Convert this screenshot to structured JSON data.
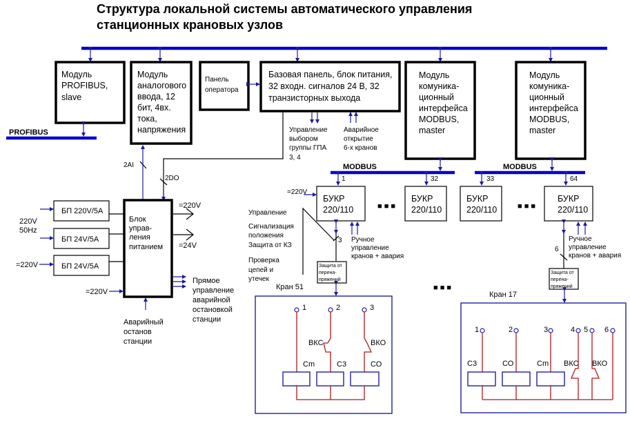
{
  "title": {
    "line1": "Структура  локальной системы автоматического управления",
    "line2": "станционных крановых  узлов"
  },
  "buses": {
    "profibus": "PROFIBUS",
    "modbus_left": "MODBUS",
    "modbus_right": "MODBUS"
  },
  "modules": {
    "profibus_slave": [
      "Модуль",
      "PROFIBUS,",
      "slave"
    ],
    "analog_input": [
      "Модуль",
      "аналогового",
      "ввода, 12",
      "бит, 4вх.",
      "тока,",
      "напряжения"
    ],
    "operator_panel": [
      "Панель",
      "оператора"
    ],
    "base_panel": [
      "Базовая панель, блок питания,",
      "32 входн. сигналов 24 В, 32",
      "транзисторных выхода"
    ],
    "modbus_master_1": [
      "Модуль",
      "комуника-",
      "ционный",
      "интерфейса",
      "MODBUS,",
      "master"
    ],
    "modbus_master_2": [
      "Модуль",
      "комуника-",
      "ционный",
      "интерфейса",
      "MODBUS,",
      "master"
    ]
  },
  "base_panel_outputs": {
    "control_label": [
      "Управление",
      "выбором",
      "группы ГПА",
      "3, 4"
    ],
    "emergency_label": [
      "Аварийное",
      "открытие",
      "6-х кранов"
    ]
  },
  "signals": {
    "ai": "2AI",
    "do": "2DO"
  },
  "power": {
    "mains": [
      "220V",
      "50Hz"
    ],
    "dc_in_1": "=220V",
    "dc_in_2": "=220V",
    "psu": [
      "БП 220V/5A",
      "БП 24V/5A",
      "БП 24V/5A"
    ],
    "control_block": [
      "Блок",
      "управ-",
      "ления",
      "питанием"
    ],
    "out_220": "=220V",
    "out_24": "=24V",
    "direct_control": [
      "Прямое",
      "управление",
      "аварийной",
      "остановкой",
      "станции"
    ],
    "emergency_stop": [
      "Аварийный",
      "останов",
      "станции"
    ]
  },
  "bukr": {
    "label": [
      "БУКР",
      "220/110"
    ],
    "addresses": [
      "1",
      "32",
      "33",
      "64"
    ],
    "supply": "=220V",
    "ellipsis": "■ ■ ■",
    "manual_control": [
      "Ручное",
      "управление",
      "кранов  + авария"
    ]
  },
  "functions": [
    "Управление",
    "Сигнализация",
    "положения",
    "Защита от КЗ",
    "Проверка",
    "цепей и",
    "утечек"
  ],
  "cable_counts": {
    "crane51": "3",
    "crane17": "6"
  },
  "surge_protection": [
    "Защита от",
    "перена-",
    "пряжений"
  ],
  "crane51": {
    "title": "Кран 51",
    "terminals": [
      "1",
      "2",
      "3"
    ],
    "switches": [
      "ВКС",
      "ВКО"
    ],
    "coils": [
      "Cm",
      "С3",
      "СО"
    ]
  },
  "crane17": {
    "title": "Кран 17",
    "terminals": [
      "1",
      "2",
      "3",
      "4",
      "5",
      "6"
    ],
    "coils": [
      "С3",
      "СО",
      "Cm"
    ],
    "switches": [
      "ВКС",
      "ВКО"
    ]
  }
}
